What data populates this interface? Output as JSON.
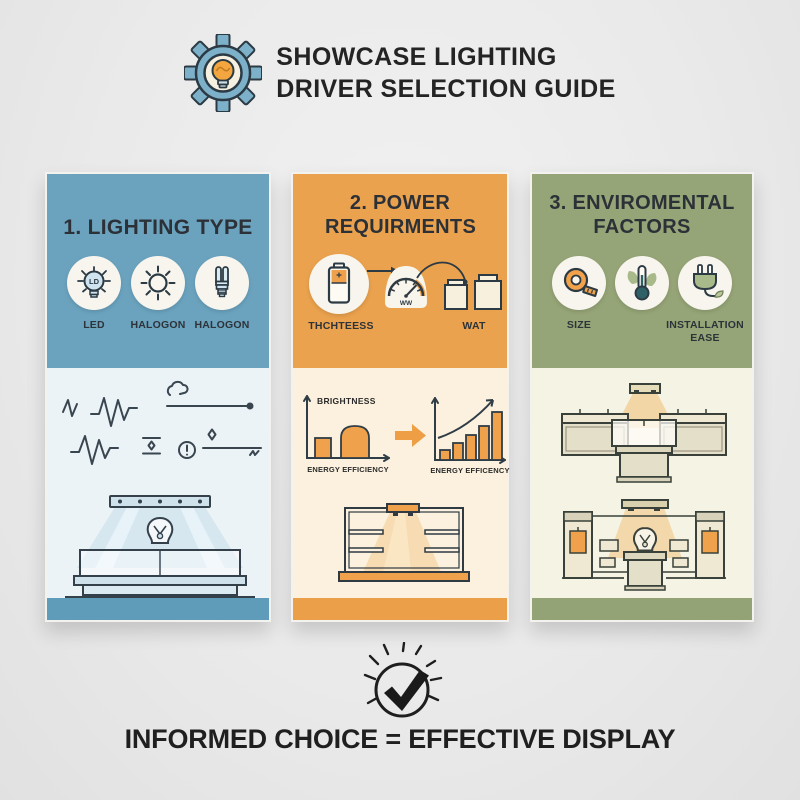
{
  "header": {
    "logo_icon": "gear-lightbulb-icon",
    "title_line1": "SHOWCASE LIGHTING",
    "title_line2": "DRIVER SELECTION GUIDE"
  },
  "columns": [
    {
      "title": "1. LIGHTING TYPE",
      "header_color": "#6BA3BF",
      "body_color": "#ECF3F7",
      "footer_color": "#5F9CBA",
      "items": [
        {
          "icon": "led-bulb-icon",
          "label": "LED",
          "bulb_text": "LD"
        },
        {
          "icon": "halogen-sun-icon",
          "label": "HALOGON"
        },
        {
          "icon": "cfl-bulb-icon",
          "label": "HALOGON"
        }
      ],
      "illustrations": [
        "driver-waveform-doodles",
        "jewelry-showcase-blue"
      ]
    },
    {
      "title": "2. POWER REQUIRMENTS",
      "header_color": "#EBA24E",
      "body_color": "#FBF1DE",
      "footer_color": "#EC9F49",
      "items": [
        {
          "icon": "battery-icon",
          "label": "THCHTEESS"
        },
        {
          "icon": "gauge-icon",
          "label": "",
          "gauge_text": "WW"
        },
        {
          "icon": "containers-icon",
          "label": "WAT"
        }
      ],
      "charts": {
        "left": {
          "ylabel": "BRIGHTNESS",
          "xlabel": "ENERGY EFFICIENCY"
        },
        "right": {
          "xlabel": "ENERGY EFFICENCY"
        }
      },
      "illustrations": [
        "efficiency-charts",
        "display-cabinet-orange"
      ]
    },
    {
      "title": "3. ENVIROMENTAL FACTORS",
      "header_color": "#96A577",
      "body_color": "#F5F3E3",
      "footer_color": "#94A375",
      "items": [
        {
          "icon": "measuring-tape-icon",
          "label": "SIZE"
        },
        {
          "icon": "thermometer-leaf-icon",
          "label": ""
        },
        {
          "icon": "eco-plug-icon",
          "label": "INSTALLATION EASE"
        }
      ],
      "illustrations": [
        "display-counters-green",
        "jewelry-wall-green"
      ]
    }
  ],
  "footer": {
    "badge_icon": "check-circle-icon",
    "tagline": "INFORMED CHOICE = EFFECTIVE DISPLAY"
  },
  "chart_data": [
    {
      "type": "bar",
      "ylabel": "BRIGHTNESS",
      "xlabel": "ENERGY EFFICIENCY",
      "values": [
        1,
        2.3
      ],
      "ylim": [
        0,
        3
      ],
      "grid": false
    },
    {
      "type": "bar",
      "xlabel": "ENERGY EFFICENCY",
      "values": [
        1,
        1.7,
        2.4,
        3.3,
        4.6
      ],
      "ylim": [
        0,
        5
      ],
      "grid": false,
      "annotations": [
        "rising-curve-arrow"
      ]
    }
  ]
}
